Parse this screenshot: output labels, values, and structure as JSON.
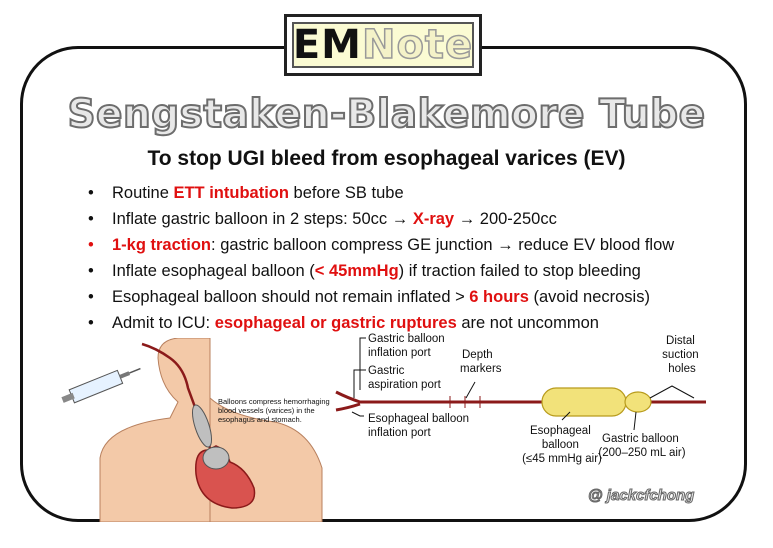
{
  "badge": {
    "part1": "EM",
    "part2": "Note"
  },
  "title": "Sengstaken-Blakemore Tube",
  "subtitle": "To stop UGI bleed from esophageal varices (EV)",
  "bullets": [
    {
      "a": "Routine ",
      "b": "ETT intubation",
      "c": " before SB tube"
    },
    {
      "a": "Inflate gastric balloon in 2 steps: 50cc → ",
      "b": "X-ray",
      "c": " → 200-250cc"
    },
    {
      "a": "",
      "b": "1-kg traction",
      "c": ": gastric balloon compress GE junction → reduce EV blood flow"
    },
    {
      "a": "Inflate esophageal balloon (",
      "b": "< 45mmHg",
      "c": ") if traction failed to stop bleeding"
    },
    {
      "a": "Esophageal balloon should not remain inflated > ",
      "b": "6 hours",
      "c": " (avoid necrosis)"
    },
    {
      "a": "Admit to ICU: ",
      "b": "esophageal or gastric ruptures",
      "c": " are not uncommon"
    }
  ],
  "illustration": {
    "caption": [
      "Balloons compress hemorrhaging",
      "blood vessels (varices) in the",
      "esophagus and stomach."
    ]
  },
  "diagram": {
    "gastric_inflation_port": [
      "Gastric balloon",
      "inflation port"
    ],
    "gastric_aspiration_port": [
      "Gastric",
      "aspiration port"
    ],
    "esophageal_inflation_port": [
      "Esophageal balloon",
      "inflation port"
    ],
    "depth_markers": [
      "Depth",
      "markers"
    ],
    "esophageal_balloon": [
      "Esophageal",
      "balloon",
      "(≤45 mmHg air)"
    ],
    "gastric_balloon": [
      "Gastric balloon",
      "(200–250 mL air)"
    ],
    "distal_suction": [
      "Distal",
      "suction",
      "holes"
    ]
  },
  "credit": "@ jackcfchong",
  "colors": {
    "highlight": "#e01010",
    "tube": "#8b1a1a",
    "balloon": "#f2e27a",
    "skin": "#f3c9a8"
  }
}
